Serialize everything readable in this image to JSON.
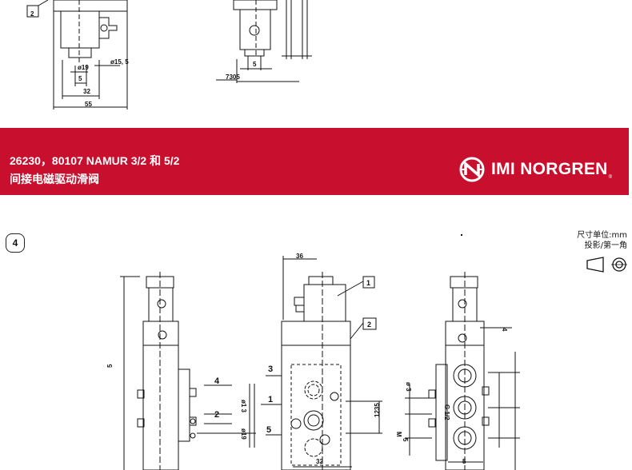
{
  "banner": {
    "title_line1": "26230，80107 NAMUR 3/2 和 5/2",
    "title_line2": "间接电磁驱动滑阀",
    "brand_name": "IMI NORGREN",
    "brand_reg": "®",
    "background_color": "#c8102e"
  },
  "figure_number": "4",
  "units_note": {
    "line1": "尺寸单位:mm",
    "line2": "投影/第一角"
  },
  "top_drawing": {
    "callout": "2",
    "dims": {
      "d19": "ø19",
      "d15": "ø15, 5",
      "d5": "5",
      "d32": "32",
      "d55": "55",
      "r5": "5",
      "r7305": "7305"
    }
  },
  "bottom_drawing": {
    "left": {
      "height": "5",
      "port4": "4",
      "port2": "2",
      "d13": "ø1 3",
      "d19": "ø19"
    },
    "center": {
      "d36": "36",
      "callout1": "1",
      "callout2": "2",
      "port3": "3",
      "port1": "1",
      "port5": "5",
      "d1235": "1235",
      "d32": "32"
    },
    "right": {
      "d3": "ø 3",
      "thread": "G 1/2",
      "m": "M",
      "d5": "5",
      "d4": "4",
      "d5b": "5"
    }
  }
}
